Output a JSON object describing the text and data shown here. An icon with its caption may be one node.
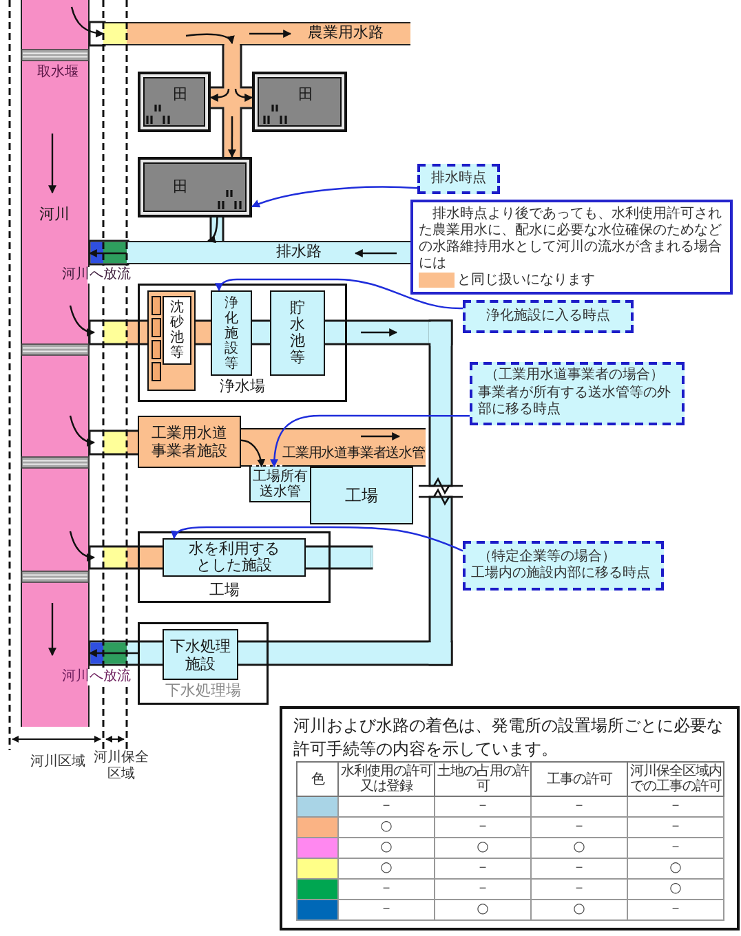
{
  "diagram": {
    "nodes": [
      {
        "text": [
          "河川"
        ]
      },
      {
        "text": [
          "農業用水路"
        ]
      },
      {
        "text": [
          "田"
        ]
      },
      {
        "text": [
          "田"
        ]
      },
      {
        "text": [
          "田"
        ]
      },
      {
        "text": [
          "排水路"
        ]
      },
      {
        "text": [
          "浄水場"
        ]
      },
      {
        "text": [
          "沈砂池等"
        ],
        "in": 6
      },
      {
        "text": [
          "浄化施設等"
        ],
        "in": 6
      },
      {
        "text": [
          "貯水池等"
        ],
        "in": 6
      },
      {
        "text": [
          "工業用水道事業者施設"
        ]
      },
      {
        "text": [
          "工業用水道事業者送水管"
        ]
      },
      {
        "text": [
          "工場所有送水管"
        ]
      },
      {
        "text": [
          "工場"
        ]
      },
      {
        "text": [
          "工場"
        ]
      },
      {
        "text": [
          "水を利用するとした施設"
        ],
        "in": 14
      },
      {
        "text": [
          "下水処理場"
        ]
      },
      {
        "text": [
          "下水処理施設"
        ],
        "in": 16
      },
      {
        "text": [
          "排水時点"
        ]
      },
      {
        "text": [
          "排水時点より後であっても、水利使用許可された農業用水に、配水に必要な水位確保のためなどの水路維持用水として河川の流水が含まれる場合には",
          "と同じ扱いになります"
        ]
      },
      {
        "text": [
          "浄化施設に入る時点"
        ]
      },
      {
        "text": [
          "（工業用水道事業者の場合）",
          "事業者が所有する送水管等の外部に移る時点"
        ]
      },
      {
        "text": [
          "（特定企業等の場合）",
          "工場内の施設内部に移る時点"
        ]
      },
      {
        "text": [
          "河川および水路の着色は、発電所の設置場所ごとに必要な許可手続等の内容を示しています。"
        ]
      },
      {
        "text": [],
        "shape": "bar"
      }
    ],
    "edges": [
      {
        "from": 0,
        "to": 1,
        "arrow": "to"
      },
      {
        "from": 1,
        "to": 24,
        "arrow": "to"
      },
      {
        "from": 24,
        "to": 2,
        "arrow": "to"
      },
      {
        "from": 24,
        "to": 3,
        "arrow": "to"
      },
      {
        "from": 24,
        "to": 4,
        "arrow": "to"
      },
      {
        "from": 18,
        "to": 4,
        "arrow": "to",
        "color": "#1f2ddb"
      },
      {
        "from": 4,
        "to": 5,
        "arrow": "to"
      },
      {
        "from": 5,
        "to": 0,
        "arrow": "to"
      },
      {
        "from": 20,
        "to": 8,
        "arrow": "to",
        "color": "#1f2ddb"
      },
      {
        "from": 21,
        "to": 12,
        "arrow": "to",
        "color": "#1f2ddb"
      },
      {
        "from": 10,
        "to": 11,
        "arrow": "to"
      },
      {
        "from": 22,
        "to": 15,
        "arrow": "to",
        "color": "#1f2ddb"
      },
      {
        "from": 16,
        "to": 0,
        "arrow": "to"
      }
    ],
    "labels": [
      "取水堰",
      "河川へ放流",
      "河川へ放流",
      "河川区域",
      "河川保全区域",
      "色",
      "水利使用の許可又は登録",
      "土地の占用の許可",
      "工事の許可",
      "河川保全区域内での工事の許可",
      "－",
      "－",
      "－",
      "－",
      "○",
      "－",
      "－",
      "－",
      "○",
      "○",
      "○",
      "－",
      "○",
      "－",
      "－",
      "○",
      "－",
      "－",
      "－",
      "○",
      "－",
      "○",
      "○",
      "－"
    ]
  }
}
